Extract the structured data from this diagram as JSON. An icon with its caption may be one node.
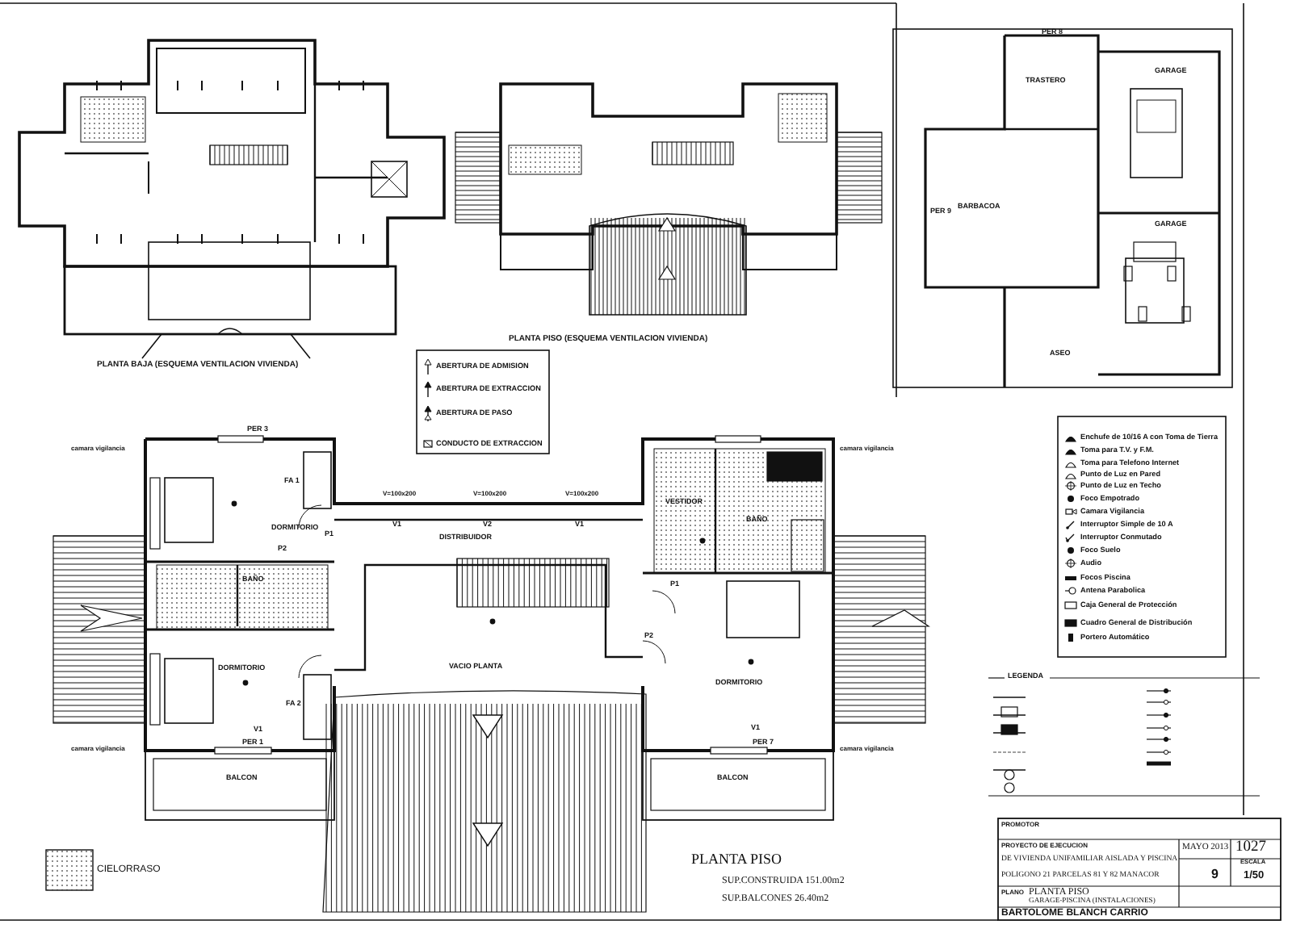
{
  "diagram": {
    "labels": [
      "PLANTA BAJA (ESQUEMA VENTILACION VIVIENDA)",
      "PLANTA PISO (ESQUEMA VENTILACION VIVIENDA)",
      "TRASTERO",
      "GARAGE",
      "GARAGE",
      "BARBACOA",
      "ASEO",
      "PER 8",
      "PER 9",
      "camara vigilancia",
      "PER 3",
      "FA 1",
      "V=100x200",
      "V=100x200",
      "V=100x200",
      "V1",
      "V2",
      "V1",
      "P1",
      "DORMITORIO",
      "DISTRIBUIDOR",
      "BAÑO",
      "P2",
      "VESTIDOR",
      "BAÑO",
      "P1",
      "P2",
      "DORMITORIO",
      "VACIO PLANTA",
      "DORMITORIO",
      "FA 2",
      "V1",
      "V1",
      "camara vigilancia",
      "camara vigilancia",
      "camara vigilancia",
      "PER 1",
      "PER 7",
      "BALCON",
      "BALCON",
      "PLANTA PISO",
      "SUP.CONSTRUIDA 151.00m2",
      "SUP.BALCONES 26.40m2",
      "LEGENDA",
      "PROMOTOR",
      "PROYECTO DE EJECUCION",
      "DE VIVIENDA UNIFAMILIAR AISLADA Y PISCINA",
      "POLIGONO 21 PARCELAS 81 Y 82 MANACOR",
      "MAYO 2013",
      "1027",
      "9",
      "ESCALA",
      "1/50",
      "PLANO",
      "PLANTA PISO",
      "GARAGE-PISCINA (INSTALACIONES)",
      "BARTOLOME BLANCH CARRIO"
    ],
    "legend": [
      {
        "text": "ABERTURA DE ADMISION"
      },
      {
        "text": "ABERTURA DE EXTRACCION"
      },
      {
        "text": "ABERTURA DE PASO"
      },
      {
        "text": "CONDUCTO DE EXTRACCION"
      },
      {
        "text": "Enchufe de 10/16 A con Toma de Tierra"
      },
      {
        "text": "Toma para T.V. y F.M."
      },
      {
        "text": "Toma para Telefono Internet"
      },
      {
        "text": "Punto de Luz en Pared"
      },
      {
        "text": "Punto de Luz en Techo"
      },
      {
        "text": "Foco Empotrado"
      },
      {
        "text": "Camara Vigilancia"
      },
      {
        "text": "Interruptor Simple de 10 A"
      },
      {
        "text": "Interruptor Conmutado"
      },
      {
        "text": "Foco Suelo"
      },
      {
        "text": "Audio"
      },
      {
        "text": "Focos Piscina"
      },
      {
        "text": "Antena Parabolica"
      },
      {
        "text": "Caja General de Protección"
      },
      {
        "text": "Cuadro General de Distribución"
      },
      {
        "text": "Portero Automático"
      },
      {
        "text": "CIELORRASO"
      }
    ]
  }
}
